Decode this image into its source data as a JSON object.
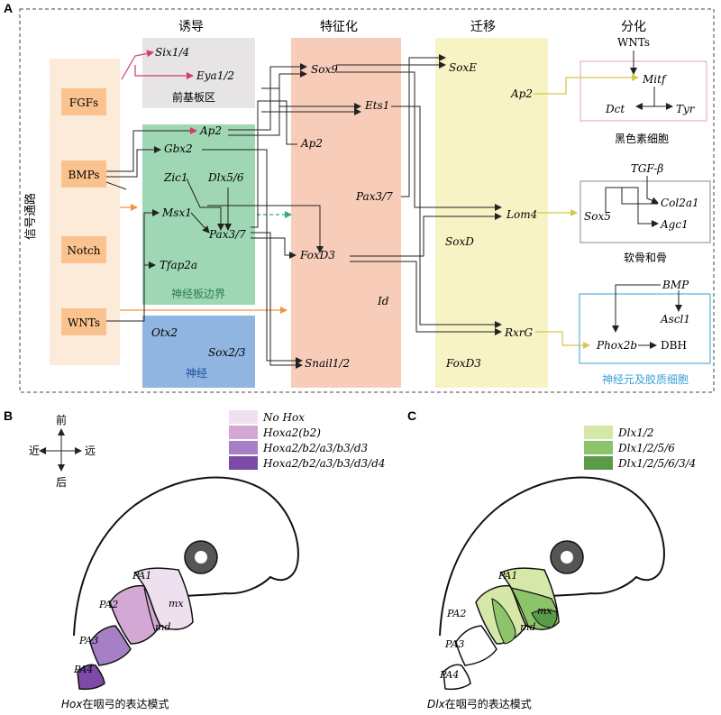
{
  "panel_a": {
    "letter": "A",
    "stage_headers": {
      "induction": "诱导",
      "specification": "特征化",
      "migration": "迁移",
      "differentiation": "分化"
    },
    "signaling": {
      "title": "信号通路",
      "items": [
        "FGFs",
        "BMPs",
        "Notch",
        "WNTs"
      ]
    },
    "preplacodal": {
      "label": "前基板区",
      "genes": [
        "Six1/4",
        "Eya1/2"
      ]
    },
    "neural_plate_border": {
      "label": "神经板边界",
      "genes": [
        "Ap2",
        "Gbx2",
        "Zic1",
        "Dlx5/6",
        "Msx1",
        "Pax3/7",
        "Tfap2a"
      ]
    },
    "neural": {
      "label": "神经",
      "genes": [
        "Otx2",
        "Sox2/3"
      ]
    },
    "specification_genes": [
      "Sox9",
      "Ets1",
      "Ap2",
      "Pax3/7",
      "FoxD3",
      "Id",
      "Snail1/2"
    ],
    "migration_genes": [
      "SoxE",
      "Ap2",
      "Lom4",
      "SoxD",
      "RxrG",
      "FoxD3"
    ],
    "melanocyte": {
      "label": "黑色素细胞",
      "top": "WNTs",
      "genes": [
        "Mitf",
        "Dct",
        "Tyr"
      ]
    },
    "cartilage": {
      "label": "软骨和骨",
      "top": "TGF-β",
      "genes": [
        "Sox5",
        "Col2a1",
        "Agc1"
      ]
    },
    "neuron_glia": {
      "label": "神经元及胶质细胞",
      "genes": [
        "BMP",
        "Ascl1",
        "Phox2b",
        "DBH"
      ]
    }
  },
  "panel_b": {
    "letter": "B",
    "compass": {
      "up": "前",
      "down": "后",
      "left": "近",
      "right": "远"
    },
    "legend": [
      "No Hox",
      "Hoxa2(b2)",
      "Hoxa2/b2/a3/b3/d3",
      "Hoxa2/b2/a3/b3/d3/d4"
    ],
    "legend_colors": [
      "#efe0ef",
      "#d4a8d4",
      "#a77fc4",
      "#7d4aa8"
    ],
    "arch_labels": [
      "PA1",
      "PA2",
      "PA3",
      "PA4",
      "mx",
      "md"
    ],
    "caption_gene": "Hox",
    "caption_rest": "在咽弓的表达模式"
  },
  "panel_c": {
    "letter": "C",
    "legend": [
      "Dlx1/2",
      "Dlx1/2/5/6",
      "Dlx1/2/5/6/3/4"
    ],
    "legend_colors": [
      "#d6e8a8",
      "#8cc46a",
      "#5a9a48"
    ],
    "arch_labels": [
      "PA1",
      "PA2",
      "PA3",
      "PA4",
      "mx",
      "md"
    ],
    "caption_gene": "Dlx",
    "caption_rest": "在咽弓的表达模式"
  }
}
